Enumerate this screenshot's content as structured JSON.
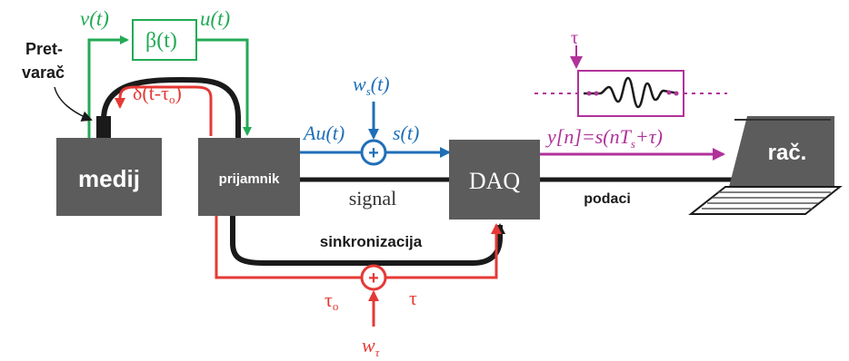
{
  "colors": {
    "green": "#22aa55",
    "red": "#e53935",
    "blue": "#1f6fb8",
    "magenta": "#b0329a",
    "box": "#5c5c5c",
    "wire": "#1a1a1a"
  },
  "blocks": {
    "medij": "medij",
    "prijamnik": "prijamnik",
    "daq": "DAQ",
    "rac": "rač.",
    "pretvarac_line1": "Pret-",
    "pretvarac_line2": "varač"
  },
  "labels": {
    "v_t": "v(t)",
    "beta_t": "β(t)",
    "u_t": "u(t)",
    "delta": "δ(t-τ",
    "delta_sub": "o",
    "delta_close": ")",
    "ws_t": "w",
    "ws_sub": "s",
    "ws_tail": "(t)",
    "au_t": "Au(t)",
    "s_t": "s(t)",
    "signal": "signal",
    "sinkronizacija": "sinkronizacija",
    "podaci": "podaci",
    "yn_eq": "y[n]=s(nT",
    "yn_sub": "s",
    "yn_tail": "+τ)",
    "tau_top": "τ",
    "tau_o": "τ",
    "tau_o_sub": "o",
    "tau": "τ",
    "w_tau": "w",
    "w_tau_sub": "τ",
    "plus": "+"
  },
  "icons": [
    "laptop-icon",
    "waveform-icon"
  ]
}
